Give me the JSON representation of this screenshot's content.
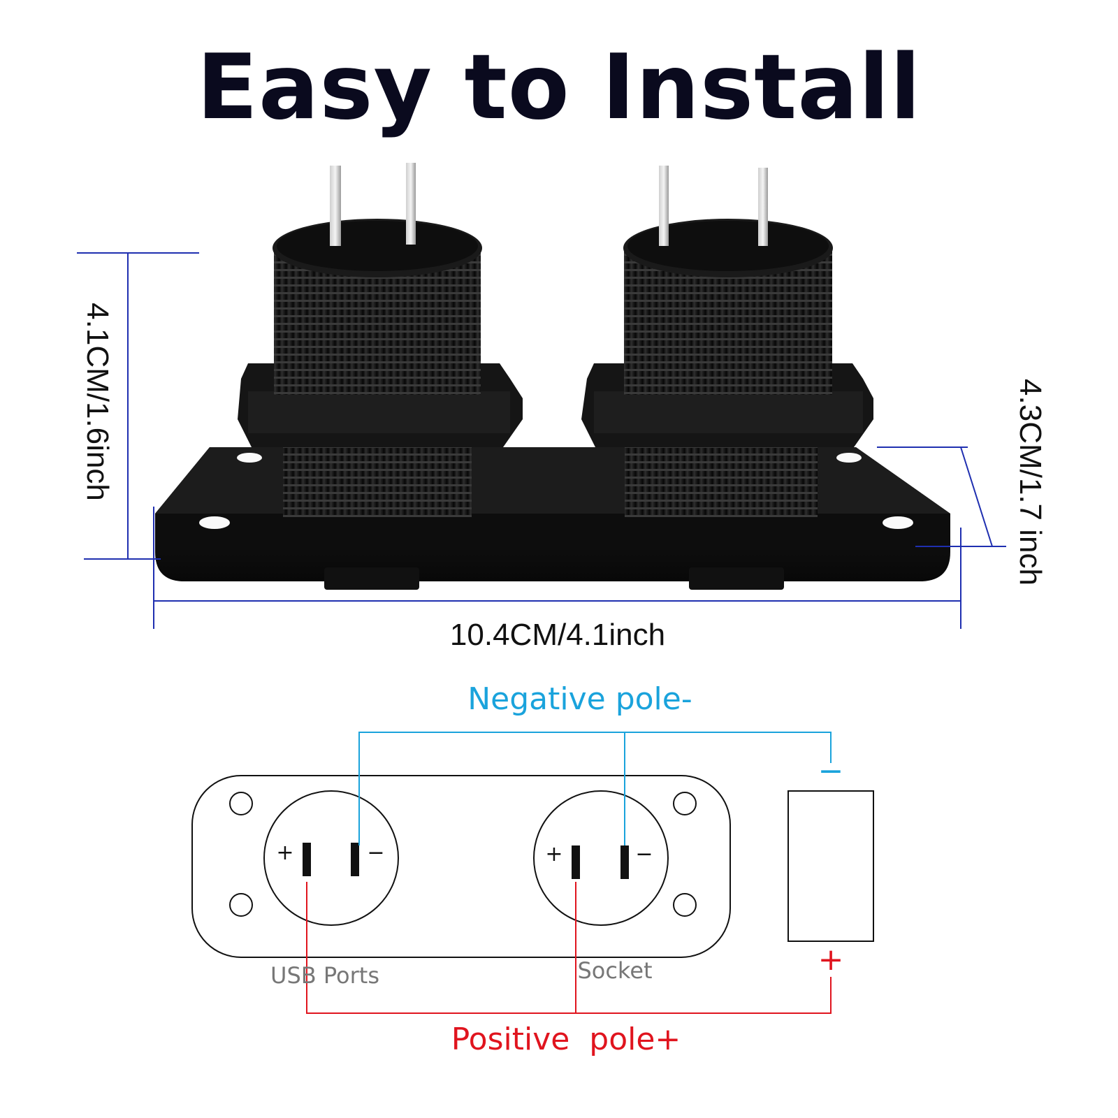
{
  "title": "Easy to Install",
  "dimensions": {
    "height_left": "4.1CM/1.6inch",
    "height_right": "4.3CM/1.7 inch",
    "width": "10.4CM/4.1inch"
  },
  "wiring": {
    "negative_label": "Negative pole-",
    "positive_label": "Positive  pole+",
    "usb_label": "USB Ports",
    "socket_label": "Socket",
    "plus_sign": "+",
    "minus_sign": "−",
    "battery_minus": "−",
    "battery_plus": "+"
  },
  "colors": {
    "dimension_line": "#1f2fb0",
    "negative": "#1aa3dc",
    "positive": "#e0141e",
    "product": "#141414"
  }
}
